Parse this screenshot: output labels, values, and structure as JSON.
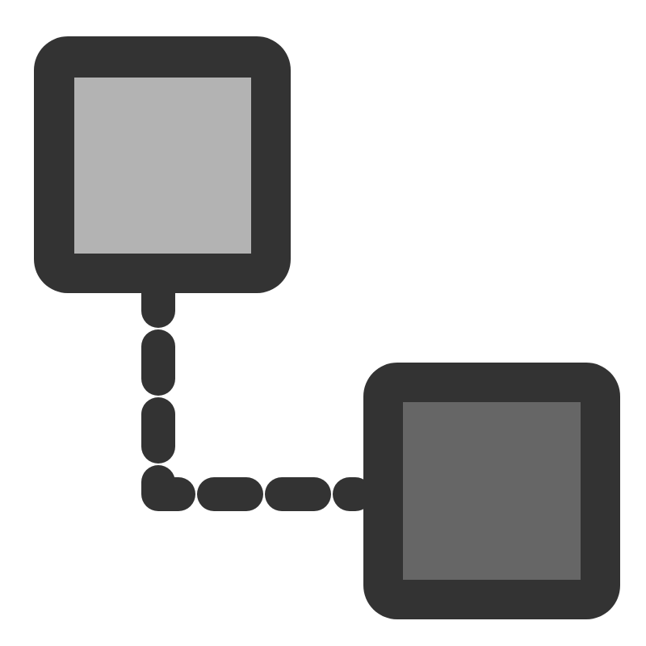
{
  "icon": {
    "name": "network-connection-icon",
    "nodes": [
      {
        "name": "source-node",
        "fill": "#b3b3b3"
      },
      {
        "name": "target-node",
        "fill": "#666666"
      }
    ],
    "connector": {
      "style": "dashed",
      "color": "#333333"
    },
    "outline_color": "#333333",
    "background": "#ffffff"
  }
}
